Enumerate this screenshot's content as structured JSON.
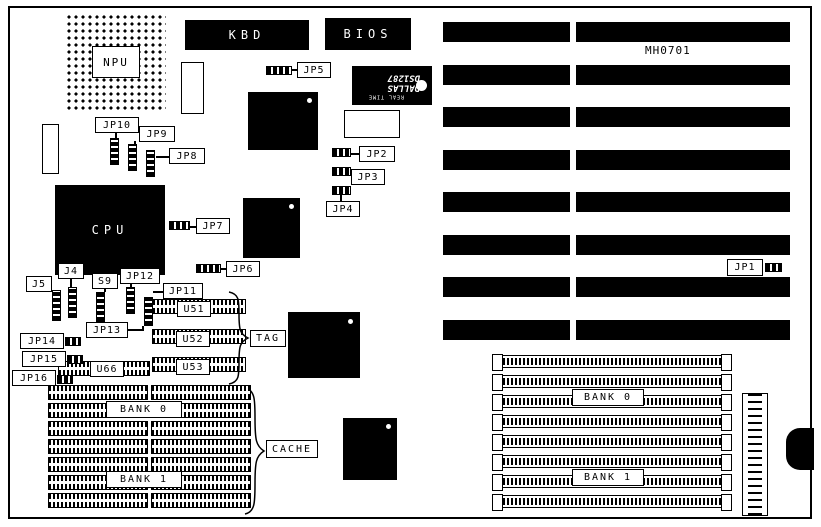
{
  "board": {
    "model": "MH0701",
    "npu": "NPU",
    "kbd": "KBD",
    "bios": "BIOS",
    "cpu": "CPU",
    "rtc": {
      "name": "DALLAS DS1287",
      "sub": "REAL TIME"
    },
    "jumpers": {
      "jp1": "JP1",
      "jp2": "JP2",
      "jp3": "JP3",
      "jp4": "JP4",
      "jp5": "JP5",
      "jp6": "JP6",
      "jp7": "JP7",
      "jp8": "JP8",
      "jp9": "JP9",
      "jp10": "JP10",
      "jp11": "JP11",
      "jp12": "JP12",
      "jp13": "JP13",
      "jp14": "JP14",
      "jp15": "JP15",
      "jp16": "JP16",
      "j4": "J4",
      "j5": "J5",
      "s9": "S9"
    },
    "sram": {
      "u51": "U51",
      "u52": "U52",
      "u53": "U53",
      "u66": "U66",
      "tag": "TAG",
      "cache": "CACHE"
    },
    "dram": {
      "bank0": "BANK 0",
      "bank1": "BANK 1"
    },
    "simm": {
      "bank0": "BANK 0",
      "bank1": "BANK 1"
    },
    "colors": {
      "silkscreen": "#000000",
      "board": "#ffffff"
    }
  }
}
